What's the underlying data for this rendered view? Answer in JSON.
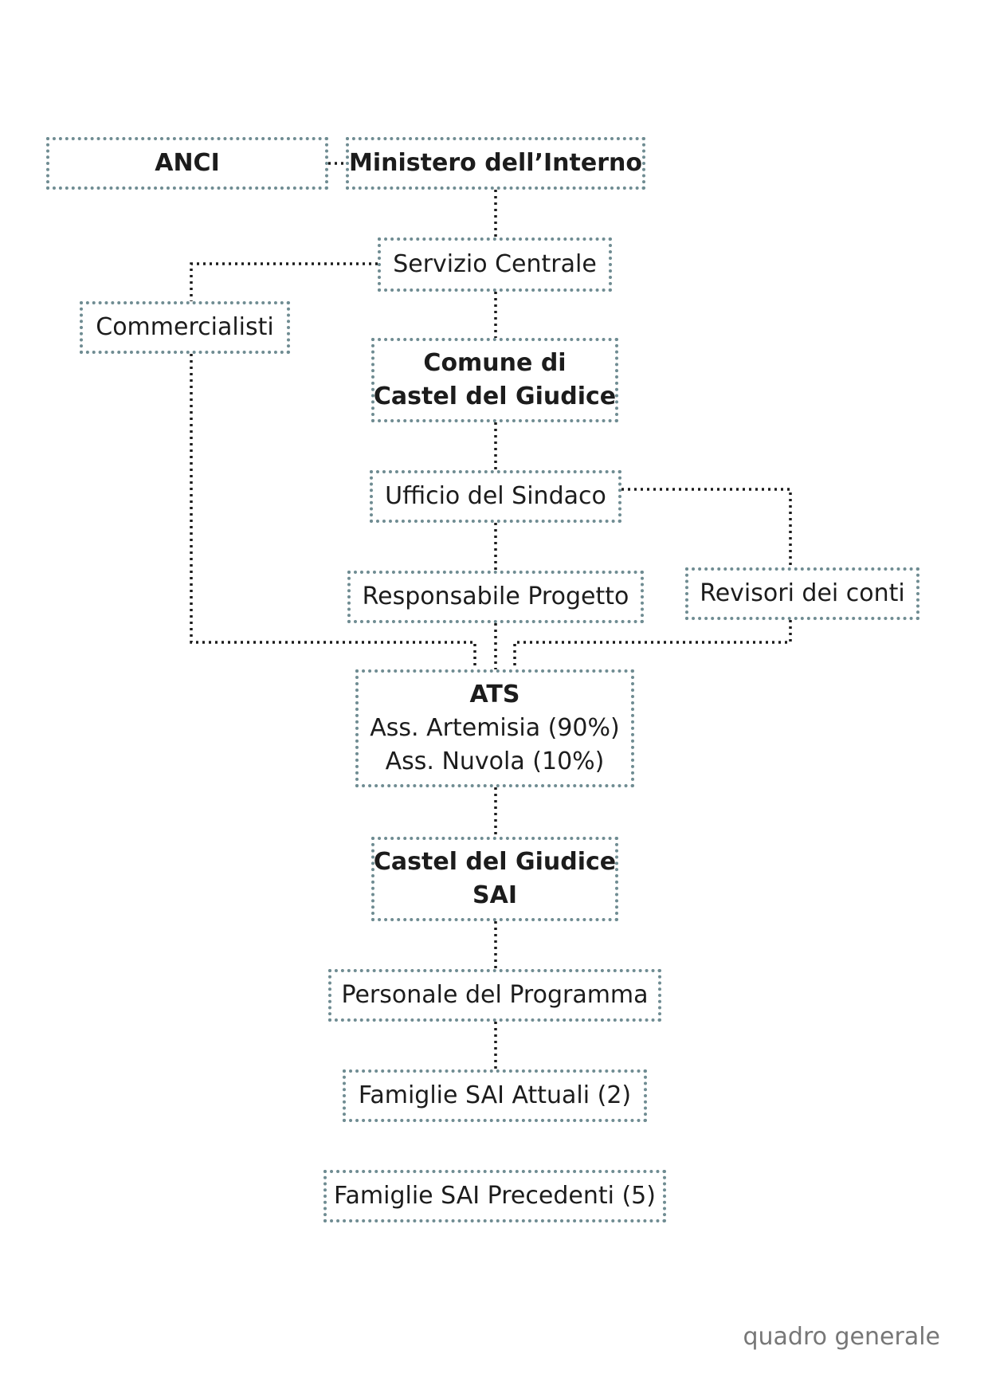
{
  "nodes": {
    "anci": "ANCI",
    "ministero": "Ministero dell’Interno",
    "servizio": "Servizio Centrale",
    "commercialisti": "Commercialisti",
    "comune": [
      "Comune di",
      "Castel del Giudice"
    ],
    "ufficio": "Ufficio del Sindaco",
    "responsabile": "Responsabile Progetto",
    "revisori": "Revisori dei conti",
    "ats": [
      "ATS",
      "Ass. Artemisia (90%)",
      "Ass. Nuvola (10%)"
    ],
    "sai": [
      "Castel del Giudice",
      "SAI"
    ],
    "personale": "Personale del Programma",
    "famiglie_attuali": "Famiglie SAI Attuali (2)",
    "famiglie_precedenti": "Famiglie SAI Precedenti (5)"
  },
  "footer": "quadro generale",
  "colors": {
    "border": "#6f8c92",
    "connector": "#1c1c1c"
  }
}
